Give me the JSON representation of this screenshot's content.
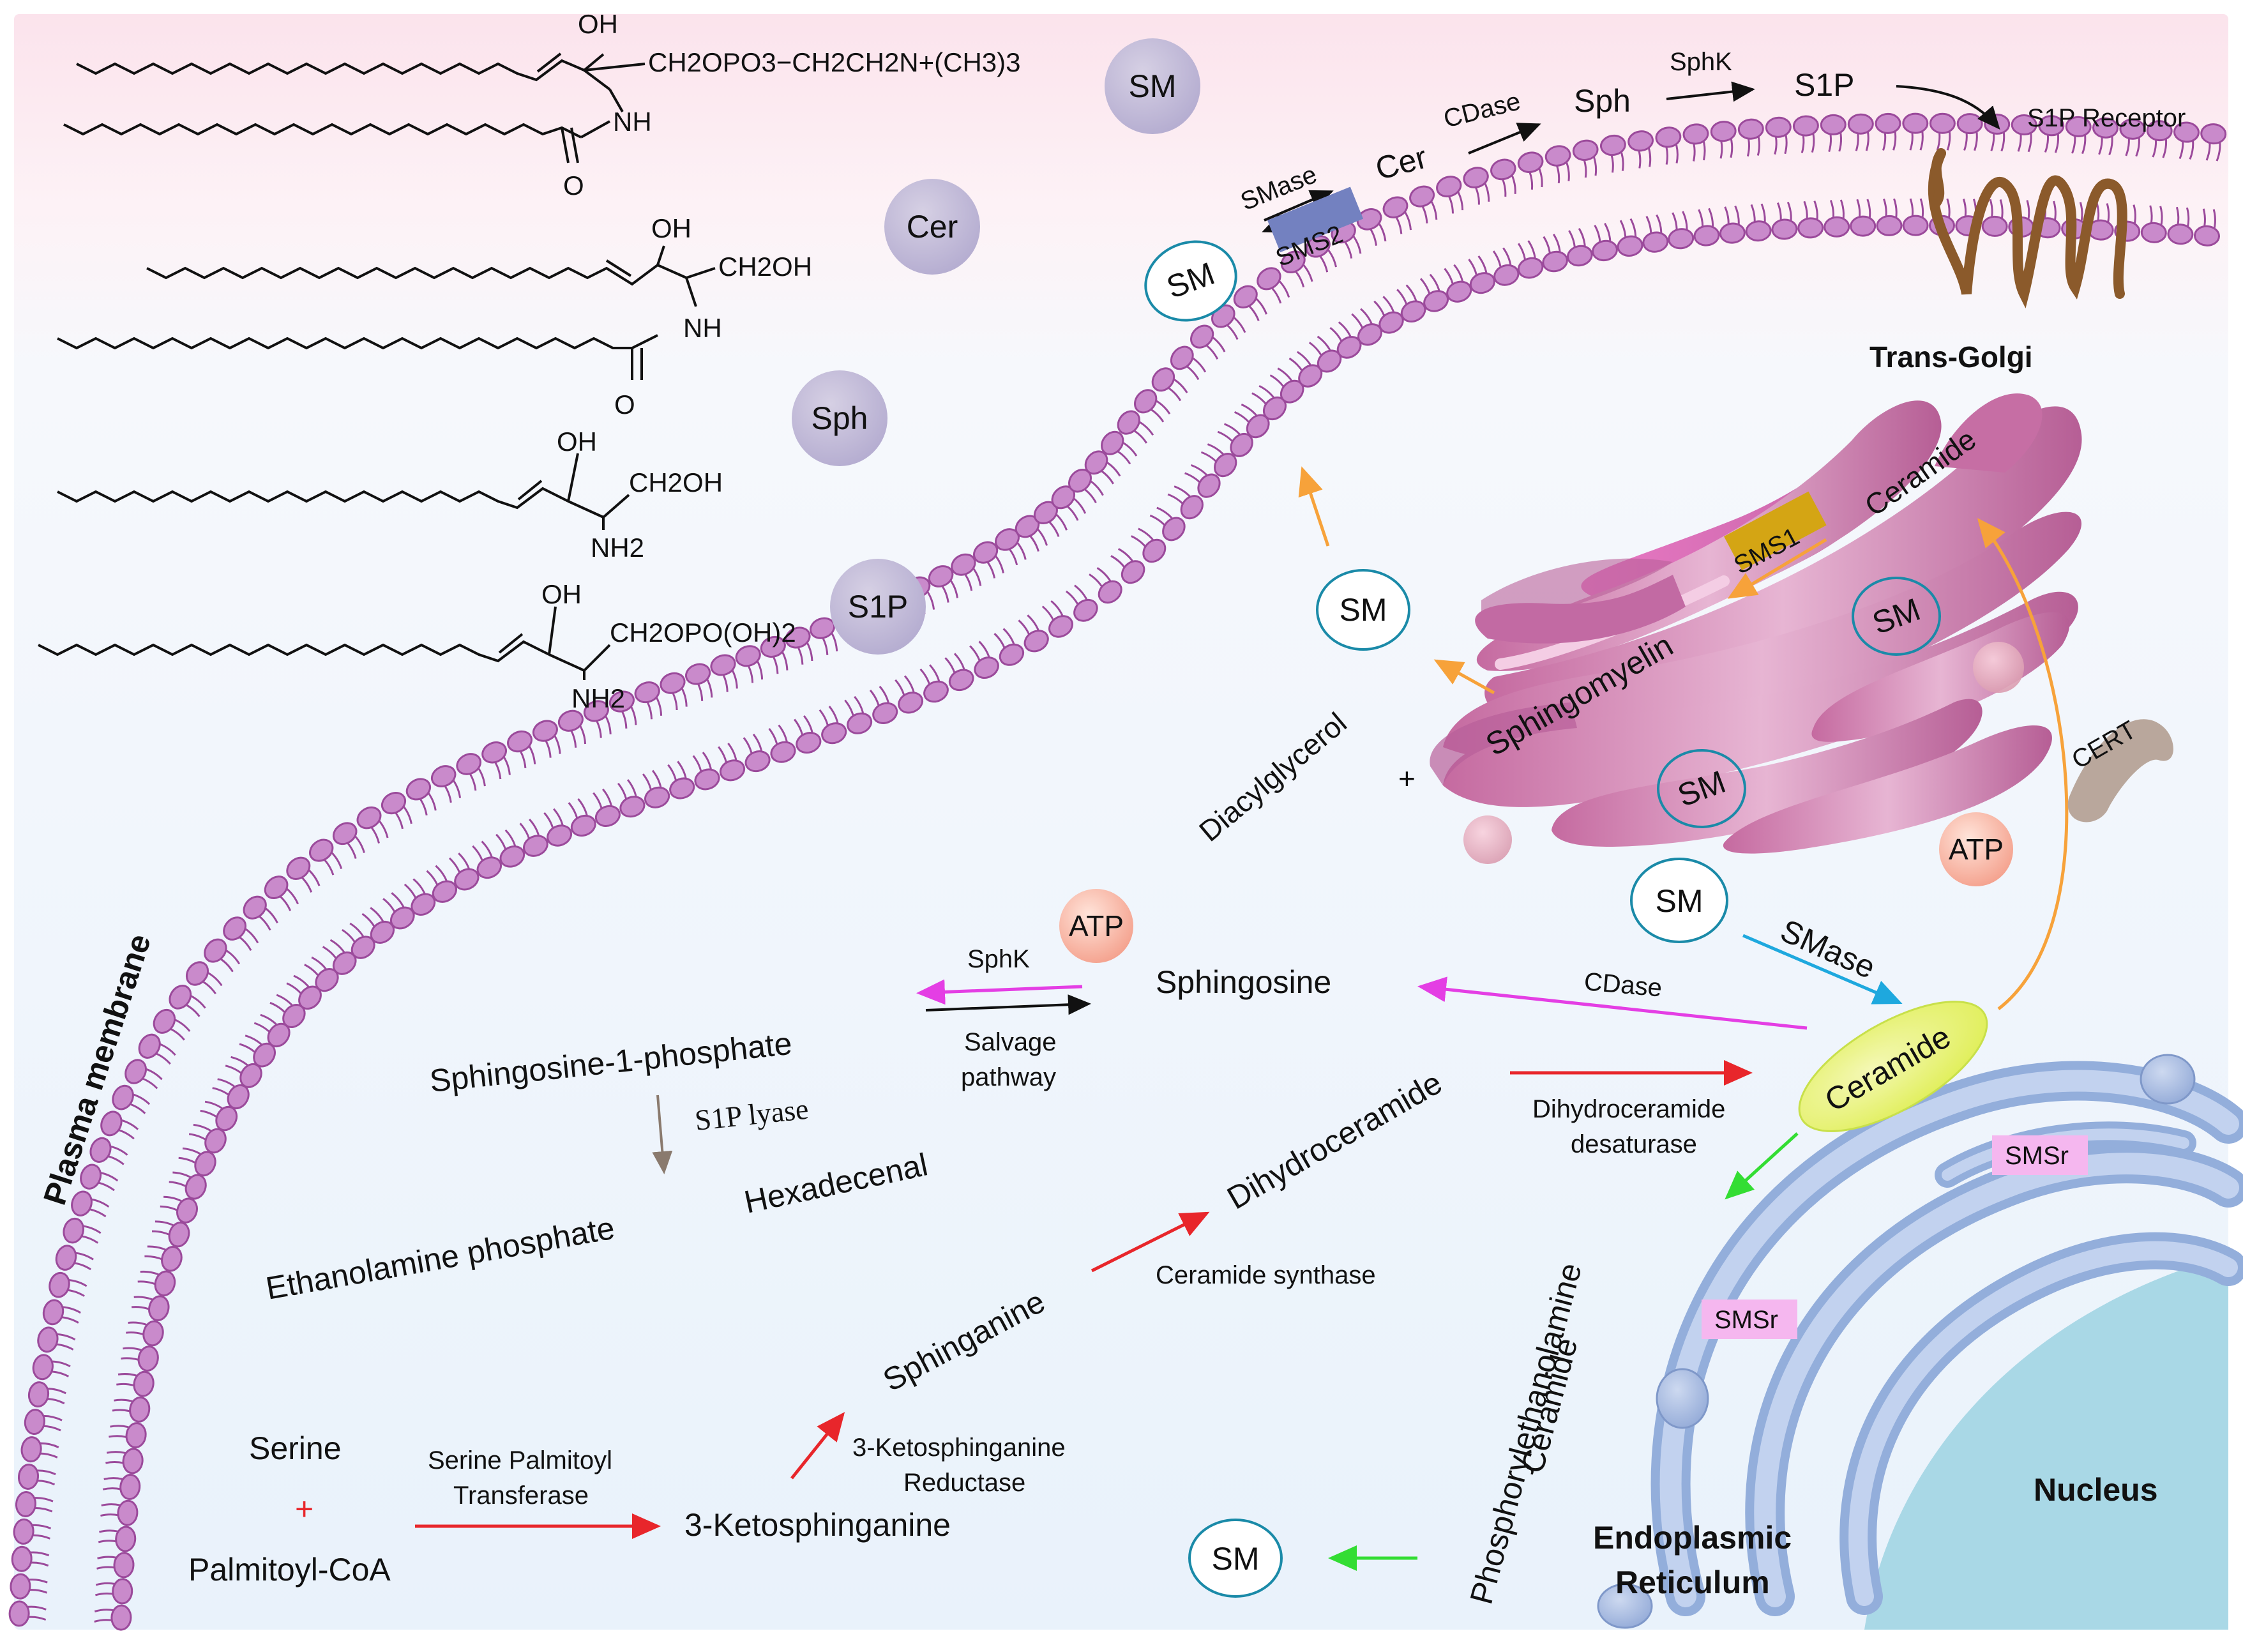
{
  "molecules": {
    "sm_formula": {
      "oh": "OH",
      "chain": "CH2OPO3−CH2CH2N+(CH3)3",
      "nh": "NH",
      "o": "O"
    },
    "cer_formula": {
      "oh": "OH",
      "chain": "CH2OH",
      "nh": "NH",
      "o": "O"
    },
    "sph_formula": {
      "oh": "OH",
      "chain": "CH2OH",
      "nh": "NH2"
    },
    "s1p_formula": {
      "oh": "OH",
      "chain": "CH2OPO(OH)2",
      "nh": "NH2"
    },
    "badges": [
      "SM",
      "Cer",
      "Sph",
      "S1P"
    ]
  },
  "top_pathway": {
    "smase": "SMase",
    "sms2": "SMS2",
    "cer": "Cer",
    "cdase": "CDase",
    "sph": "Sph",
    "sphk": "SphK",
    "s1p": "S1P",
    "s1p_receptor": "S1P Receptor",
    "sm": "SM"
  },
  "golgi": {
    "title": "Trans-Golgi",
    "ceramide": "Ceramide",
    "sms1": "SMS1",
    "sphingomyelin": "Sphingomyelin",
    "diacylglycerol": "Diacylglycerol",
    "plus": "+",
    "sm": "SM",
    "cert": "CERT",
    "atp": "ATP"
  },
  "membrane": {
    "label": "Plasma membrane"
  },
  "salvage": {
    "s1p": "Sphingosine-1-phosphate",
    "sphk": "SphK",
    "atp": "ATP",
    "salvage": "Salvage",
    "pathway": "pathway",
    "sphingosine": "Sphingosine",
    "cdase": "CDase",
    "smase": "SMase",
    "sm": "SM",
    "ceramide": "Ceramide",
    "s1p_lyase": "S1P lyase",
    "hexadecenal": "Hexadecenal",
    "ethanolamine": "Ethanolamine phosphate"
  },
  "de_novo": {
    "serine": "Serine",
    "plus": "+",
    "palmitoyl": "Palmitoyl-CoA",
    "spt1": "Serine Palmitoyl",
    "spt2": "Transferase",
    "ketosph": "3-Ketosphinganine",
    "ksr1": "3-Ketosphinganine",
    "ksr2": "Reductase",
    "sphinganine": "Sphinganine",
    "cer_synthase": "Ceramide synthase",
    "dihydrocer": "Dihydroceramide",
    "des1": "Dihydroceramide",
    "des2": "desaturase"
  },
  "er": {
    "smsr": "SMSr",
    "cpe1": "Ceramide",
    "cpe2": "Phosphorylethanolamine",
    "title1": "Endoplasmic",
    "title2": "Reticulum",
    "sm": "SM",
    "nucleus": "Nucleus"
  },
  "colors": {
    "membrane": "#9b4a9b",
    "head": "#c98acb",
    "golgi": "#c06aa0",
    "er": "#9cb2da",
    "nucleus": "#a9d8e6",
    "ceramide_oval": "#e4f06a",
    "arrow_red": "#e8262b",
    "arrow_orange": "#f7a23a",
    "arrow_magenta": "#e43ee4",
    "arrow_blue": "#1ea8de",
    "arrow_green": "#33dd33",
    "sms1": "#d4a514",
    "sms2": "#7381c0",
    "smsr": "#f5b7ef",
    "cert": "#b9a79c",
    "receptor": "#8b5a2b"
  }
}
